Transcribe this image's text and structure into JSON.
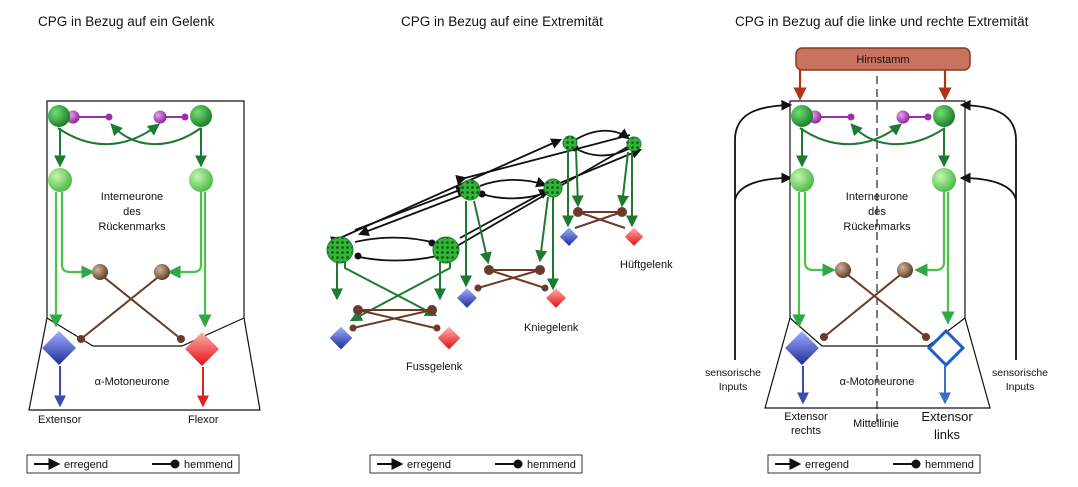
{
  "titles": {
    "joint": "CPG in Bezug auf ein Gelenk",
    "limb": "CPG in Bezug auf eine Extremität",
    "both": "CPG in Bezug auf die linke und rechte Extremität"
  },
  "labels": {
    "interneurons_1": "Interneurone",
    "interneurons_2": "des",
    "interneurons_3": "Rückenmarks",
    "motoneurons": "α-Motoneurone",
    "extensor": "Extensor",
    "flexor": "Flexor",
    "fussgelenk": "Fussgelenk",
    "kniegelenk": "Kniegelenk",
    "hueftgelenk": "Hüftgelenk",
    "hirnstamm": "Hirnstamm",
    "sensory_1": "sensorische",
    "sensory_2": "Inputs",
    "extensor_right_1": "Extensor",
    "extensor_right_2": "rechts",
    "extensor_left_1": "Extensor",
    "extensor_left_2": "links",
    "midline": "Mittellinie"
  },
  "legend": {
    "excitatory": "erregend",
    "inhibitory": "hemmend"
  },
  "colors": {
    "green_dark": "#1e7a33",
    "green_light": "#55c855",
    "green_arrow": "#2fa84a",
    "purple": "#9b2fa8",
    "brown": "#6b3a2a",
    "blue": "#3b4bb0",
    "red": "#e02020",
    "brainstem": "#c9735f",
    "brainstem_arrow": "#b23418"
  }
}
